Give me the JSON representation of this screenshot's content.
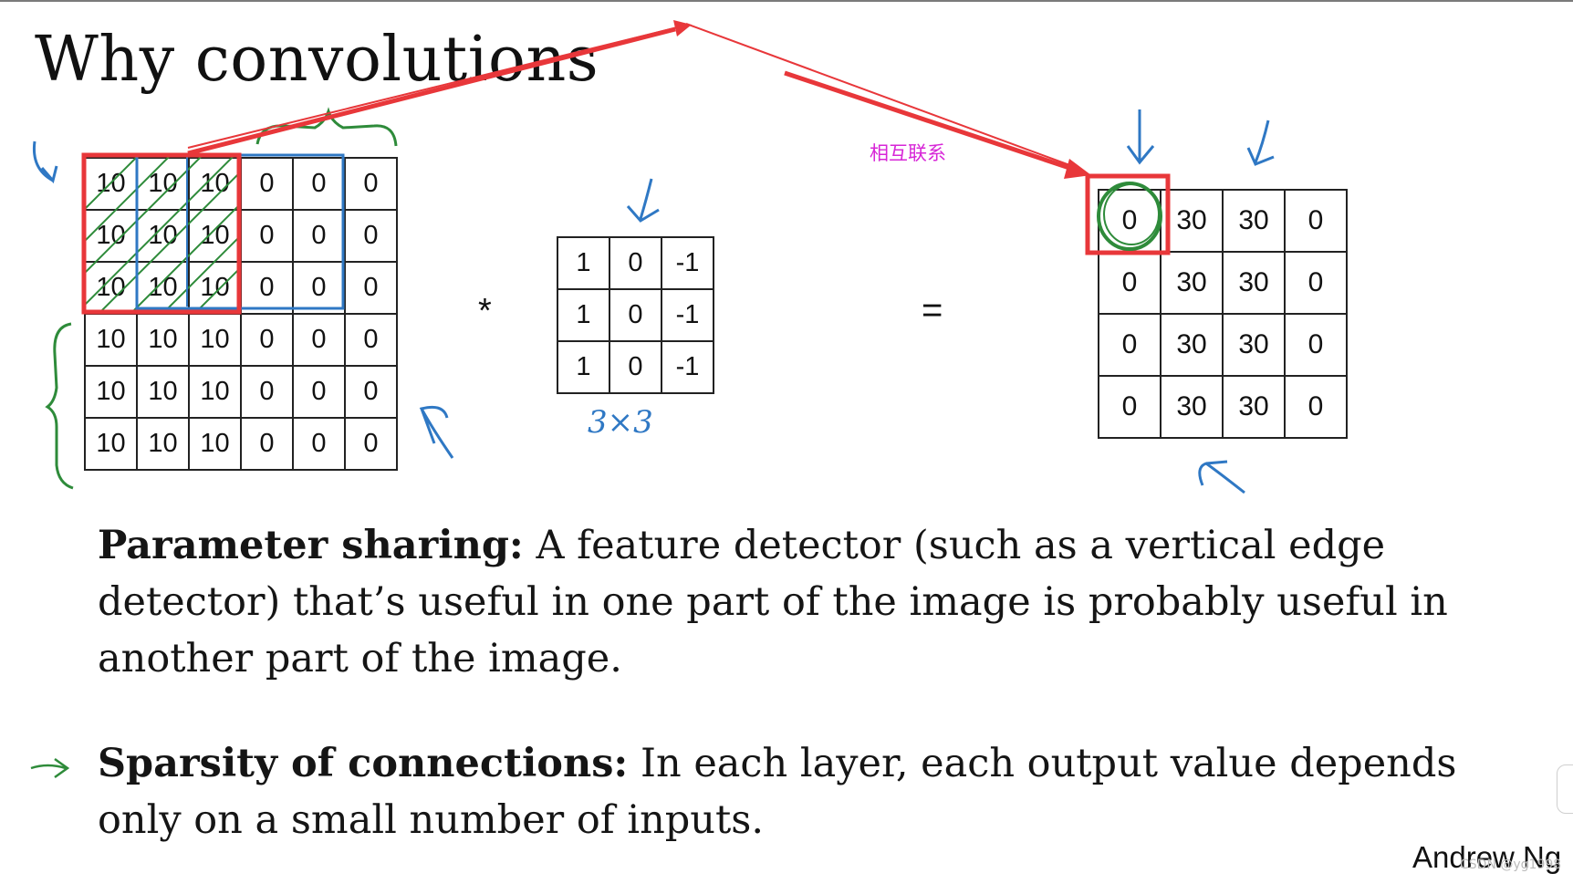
{
  "slide": {
    "title": "Why convolutions",
    "input_matrix": [
      [
        "10",
        "10",
        "10",
        "0",
        "0",
        "0"
      ],
      [
        "10",
        "10",
        "10",
        "0",
        "0",
        "0"
      ],
      [
        "10",
        "10",
        "10",
        "0",
        "0",
        "0"
      ],
      [
        "10",
        "10",
        "10",
        "0",
        "0",
        "0"
      ],
      [
        "10",
        "10",
        "10",
        "0",
        "0",
        "0"
      ],
      [
        "10",
        "10",
        "10",
        "0",
        "0",
        "0"
      ]
    ],
    "operator_conv": "*",
    "filter_matrix": [
      [
        "1",
        "0",
        "-1"
      ],
      [
        "1",
        "0",
        "-1"
      ],
      [
        "1",
        "0",
        "-1"
      ]
    ],
    "filter_size_label": "3×3",
    "operator_equals": "=",
    "output_matrix": [
      [
        "0",
        "30",
        "30",
        "0"
      ],
      [
        "0",
        "30",
        "30",
        "0"
      ],
      [
        "0",
        "30",
        "30",
        "0"
      ],
      [
        "0",
        "30",
        "30",
        "0"
      ]
    ],
    "annotation_chinese": "相互联系",
    "parameter_sharing": {
      "heading": "Parameter sharing:",
      "body": " A feature detector (such as a vertical edge detector) that’s useful in one part of the image is probably useful in another part of the image."
    },
    "sparsity": {
      "heading": "Sparsity of connections:",
      "body": " In each layer, each output value depends only on a small number of inputs."
    },
    "author": "Andrew Ng",
    "watermark": "CSDN @yg1998"
  },
  "colors": {
    "annotation_red": "#e8373a",
    "pen_blue": "#2f78c4",
    "pen_green": "#2e8b3a",
    "note_magenta": "#d726d7"
  }
}
